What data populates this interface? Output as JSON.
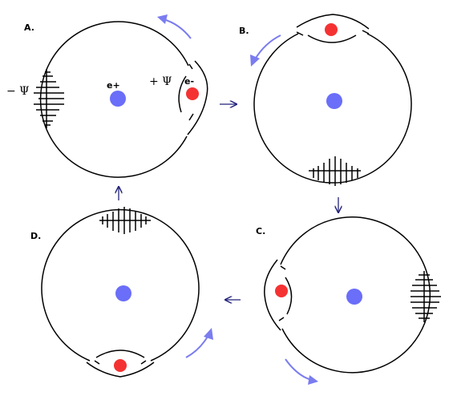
{
  "colors": {
    "positron": "#6a6ef8",
    "electron": "#f53232",
    "rotation_arrow": "#7a7cf0",
    "step_arrow": "#22227a",
    "line": "#000000"
  },
  "panels": [
    {
      "label": "A.",
      "minus_psi": "− Ψ",
      "plus_psi": "+ Ψ",
      "positron_label": "e+",
      "electron_label": "e-"
    },
    {
      "label": "B."
    },
    {
      "label": "C."
    },
    {
      "label": "D."
    }
  ],
  "icons": {
    "rotation_arrow": "curved-arrow-icon",
    "step_arrow": "straight-arrow-icon"
  }
}
